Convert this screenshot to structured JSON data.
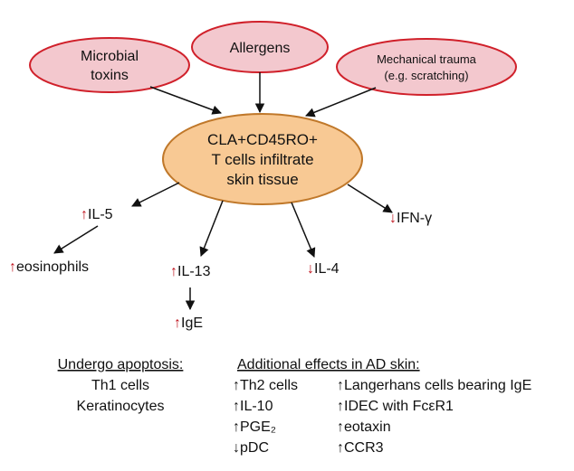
{
  "colors": {
    "trigger_fill": "#f3c8ce",
    "trigger_stroke": "#d0202a",
    "center_fill": "#f8c994",
    "center_stroke": "#c0782a",
    "arrow": "#111111",
    "indicator_red": "#c0141e"
  },
  "triggers": {
    "microbial_line1": "Microbial",
    "microbial_line2": "toxins",
    "allergens": "Allergens",
    "trauma_line1": "Mechanical trauma",
    "trauma_line2": "(e.g. scratching)"
  },
  "center": {
    "line1": "CLA+CD45RO+",
    "line2": "T cells infiltrate",
    "line3": "skin tissue"
  },
  "effects": {
    "il5_arrow": "↑",
    "il5": "IL-5",
    "eosinophils_arrow": "↑",
    "eosinophils": "eosinophils",
    "il13_arrow": "↑",
    "il13": "IL-13",
    "ige_arrow": "↑",
    "ige": "IgE",
    "il4_arrow": "↓",
    "il4": "IL-4",
    "ifng_arrow": "↓",
    "ifng": "IFN-γ"
  },
  "apoptosis": {
    "heading": "Undergo apoptosis:",
    "items": [
      "Th1 cells",
      "Keratinocytes"
    ]
  },
  "additional": {
    "heading": "Additional effects in AD skin:",
    "col1": [
      "↑Th2 cells",
      "↑IL-10",
      "↑PGE₂",
      "↓pDC"
    ],
    "col2": [
      "↑Langerhans cells bearing IgE",
      "↑IDEC with FcεR1",
      "↑eotaxin",
      "↑CCR3"
    ]
  }
}
